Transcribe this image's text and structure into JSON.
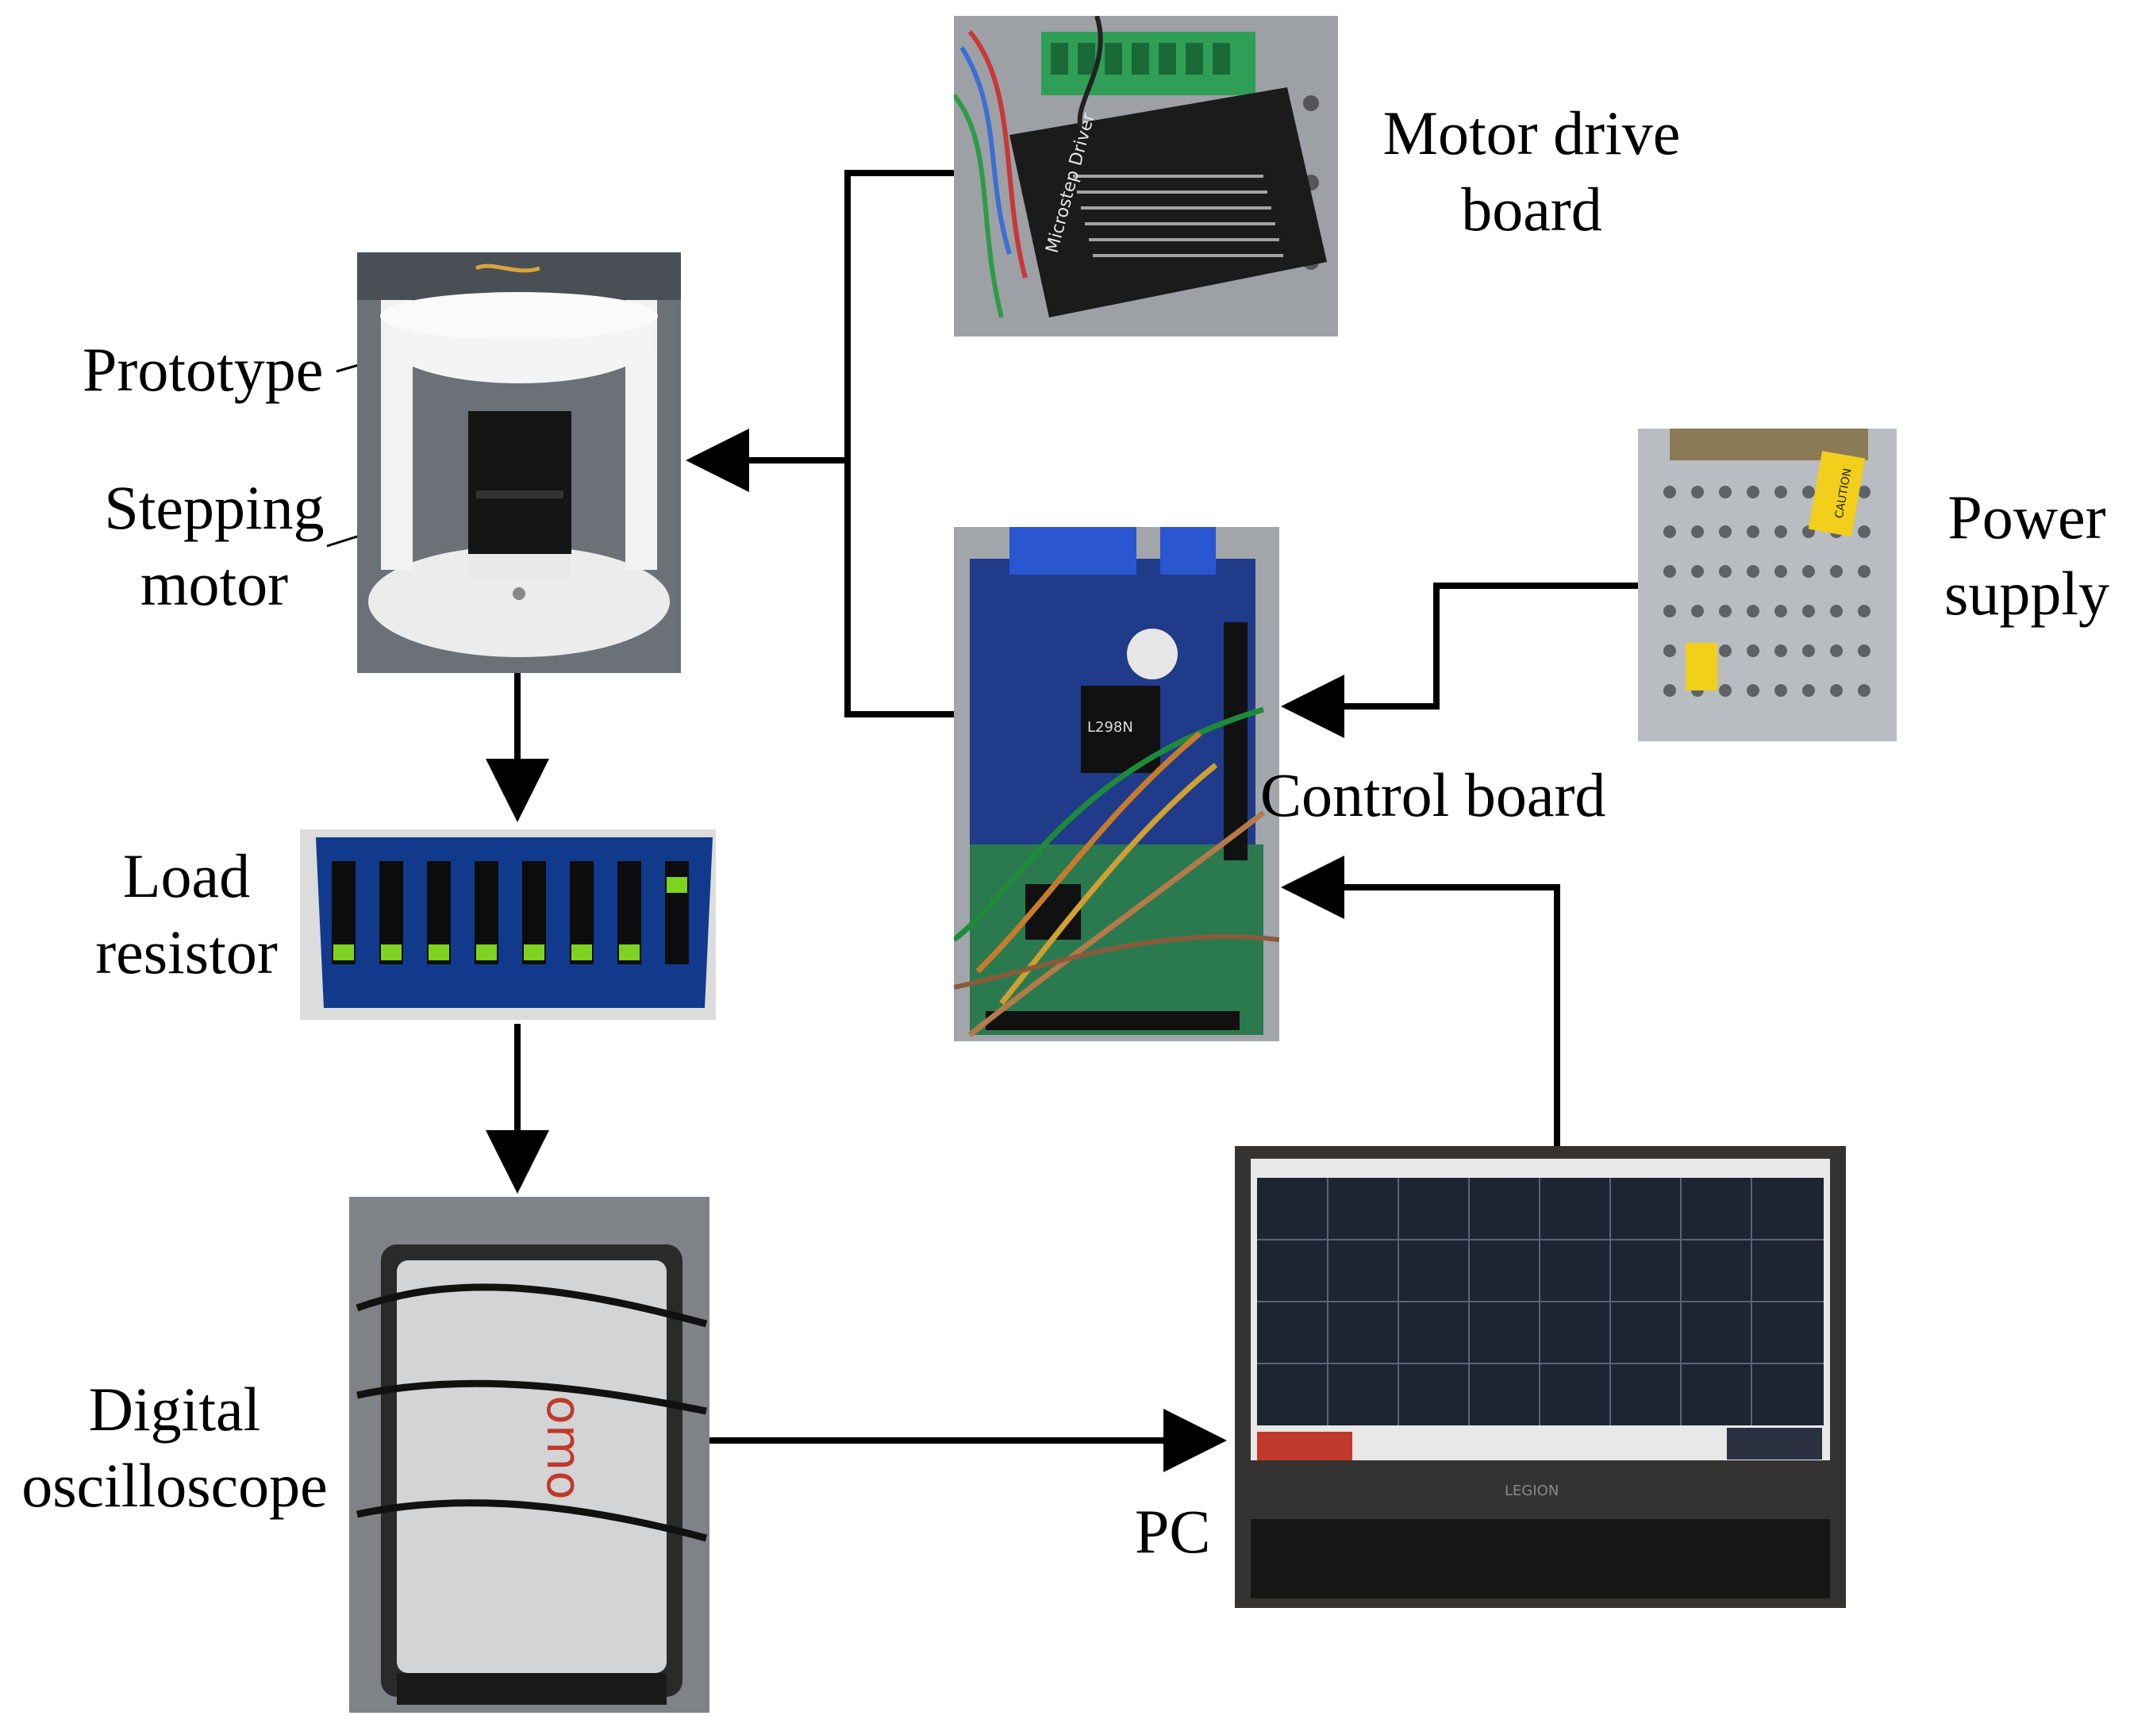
{
  "labels": {
    "motor_drive_board": "Motor drive\nboard",
    "prototype": "Prototype",
    "stepping_motor": "Stepping\nmotor",
    "power_supply": "Power\nsupply",
    "control_board": "Control board",
    "load_resistor": "Load\nresistor",
    "digital_oscilloscope": "Digital\noscilloscope",
    "pc": "PC"
  },
  "photo_text": {
    "caution": "CAUTION",
    "legion": "LEGION",
    "micro_driver": "Microstep Driver",
    "l298n": "L298N",
    "scope_brand": "omo"
  },
  "colors": {
    "line": "#000000",
    "driver_board": "#1b1b1b",
    "terminal_green": "#2f9e56",
    "control_pcb": "#1f3b8a",
    "arduino_pcb": "#2b7a4f",
    "resistor_pcb": "#123a8c",
    "psu_metal": "#bfc3c7",
    "scope_body": "#d2d4d6",
    "laptop_bezel": "#1e1e1e",
    "scope_screen": "#1d2433"
  }
}
